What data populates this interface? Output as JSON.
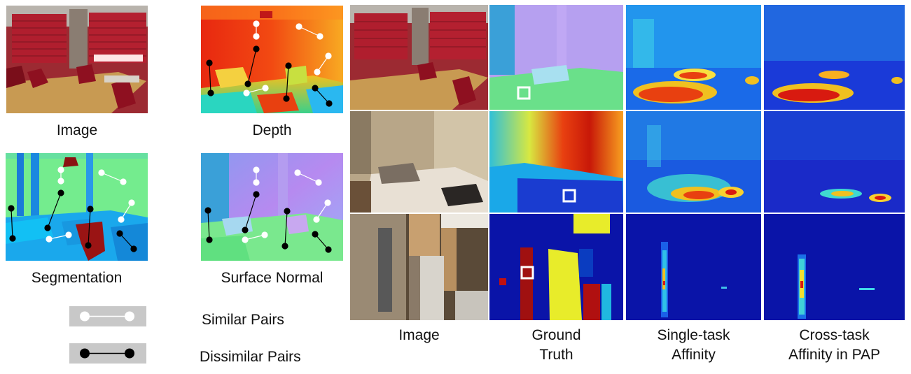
{
  "left": {
    "captions": {
      "image": "Image",
      "depth": "Depth",
      "segmentation": "Segmentation",
      "surface_normal": "Surface Normal"
    }
  },
  "legend": {
    "similar": "Similar Pairs",
    "dissimilar": "Dissimilar Pairs"
  },
  "right": {
    "columns": [
      {
        "line1": "Image",
        "line2": ""
      },
      {
        "line1": "Ground",
        "line2": "Truth"
      },
      {
        "line1": "Single-task",
        "line2": "Affinity"
      },
      {
        "line1": "Cross-task",
        "line2": "Affinity in PAP"
      }
    ]
  },
  "colors": {
    "similar_pair": "#ffffff",
    "dissimilar_pair": "#000000",
    "legend_bg": "#c8c8c8",
    "heat_low": "#0a1aa0",
    "heat_high": "#d81a10"
  }
}
